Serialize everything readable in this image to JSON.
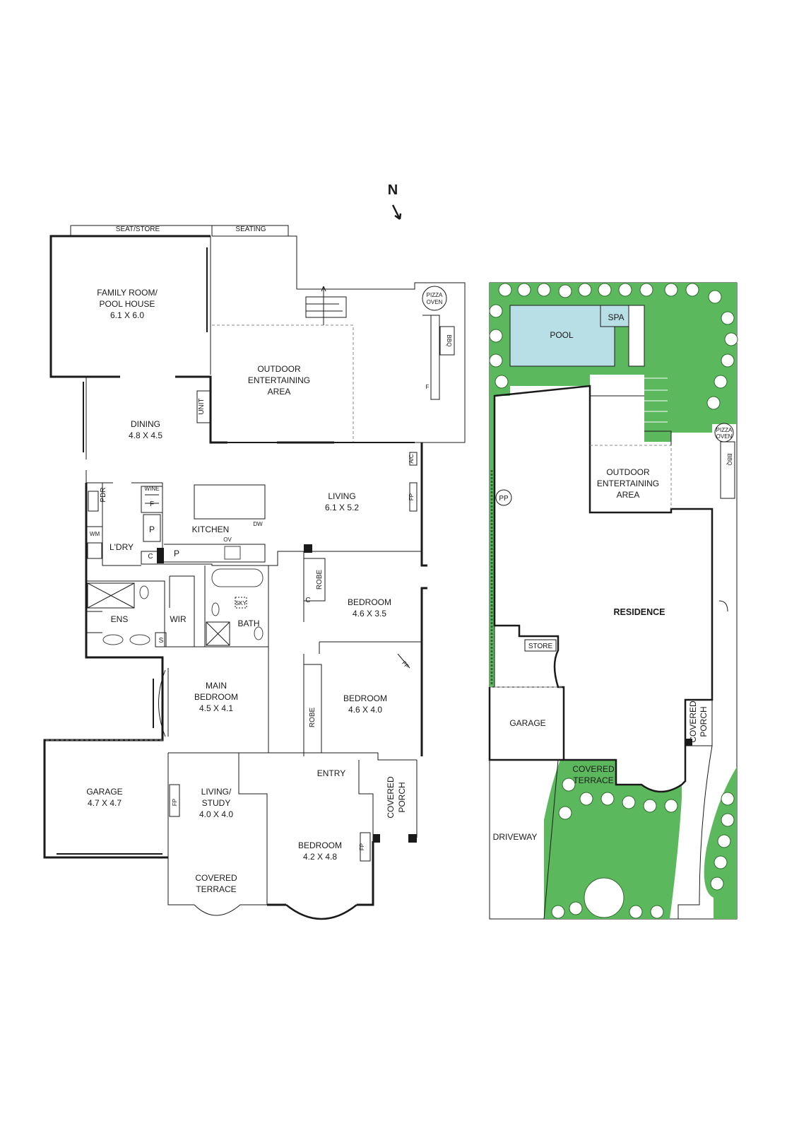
{
  "compass": {
    "label": "N"
  },
  "ground_floor": {
    "seat_store": "SEAT/STORE",
    "seating": "SEATING",
    "family_room": [
      "FAMILY ROOM/",
      "POOL HOUSE",
      "6.1 X 6.0"
    ],
    "pizza_oven": [
      "PIZZA",
      "OVEN"
    ],
    "bbq": "BBQ",
    "outdoor_entertaining": [
      "OUTDOOR",
      "ENTERTAINING",
      "AREA"
    ],
    "unit": "UNIT",
    "f_mark": "F",
    "dining": [
      "DINING",
      "4.8 X 4.5"
    ],
    "ac": "A/C",
    "fp": "FP",
    "living": [
      "LIVING",
      "6.1 X 5.2"
    ],
    "pdr": "PDR",
    "wine": "WINE",
    "fridge": "F",
    "pantry": "P",
    "kitchen": "KITCHEN",
    "dw": "DW",
    "ov": "OV",
    "wm": "WM",
    "laundry": "L'DRY",
    "cupboard": "C",
    "robe": "ROBE",
    "sky": "SKY",
    "bedroom_a": [
      "BEDROOM",
      "4.6 X 3.5"
    ],
    "ensuite": "ENS",
    "wir": "WIR",
    "bath": "BATH",
    "store_s": "S",
    "main_bedroom": [
      "MAIN",
      "BEDROOM",
      "4.5 X 4.1"
    ],
    "bedroom_b": [
      "BEDROOM",
      "4.6 X 4.0"
    ],
    "garage": [
      "GARAGE",
      "4.7 X 4.7"
    ],
    "entry": "ENTRY",
    "living_study": [
      "LIVING/",
      "STUDY",
      "4.0 X 4.0"
    ],
    "covered_porch": [
      "COVERED",
      "PORCH"
    ],
    "bedroom_c": [
      "BEDROOM",
      "4.2 X 4.8"
    ],
    "covered_terrace": [
      "COVERED",
      "TERRACE"
    ]
  },
  "site_plan": {
    "pool": "POOL",
    "spa": "SPA",
    "pizza_oven": [
      "PIZZA",
      "OVEN"
    ],
    "bbq": "BBQ",
    "pp": "PP",
    "outdoor_entertaining": [
      "OUTDOOR",
      "ENTERTAINING",
      "AREA"
    ],
    "residence": "RESIDENCE",
    "store": "STORE",
    "garage": "GARAGE",
    "covered_porch": [
      "COVERED",
      "PORCH"
    ],
    "covered_terrace": [
      "COVERED",
      "TERRACE"
    ],
    "driveway": "DRIVEWAY"
  },
  "colors": {
    "lawn": "#5cb85c",
    "pool_water": "#b9dfe6",
    "wall": "#1a1a1a",
    "tree": "#ffffff"
  }
}
